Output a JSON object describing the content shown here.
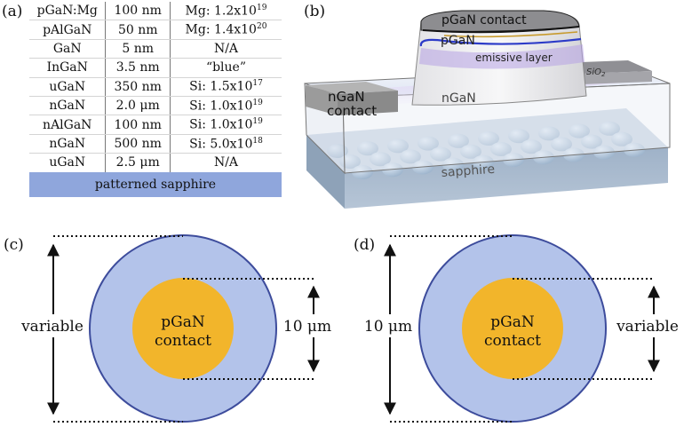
{
  "panel_a": {
    "label": "(a)",
    "layers": [
      {
        "material": "pGaN:Mg",
        "thickness": "100 nm",
        "doping": "Mg: 1.2x10",
        "exp": "19"
      },
      {
        "material": "pAlGaN",
        "thickness": "50 nm",
        "doping": "Mg: 1.4x10",
        "exp": "20"
      },
      {
        "material": "GaN",
        "thickness": "5 nm",
        "doping": "N/A",
        "exp": ""
      },
      {
        "material": "InGaN",
        "thickness": "3.5 nm",
        "doping": "“blue”",
        "exp": ""
      },
      {
        "material": "uGaN",
        "thickness": "350 nm",
        "doping": "Si: 1.5x10",
        "exp": "17"
      },
      {
        "material": "nGaN",
        "thickness": "2.0 μm",
        "doping": "Si: 1.0x10",
        "exp": "19"
      },
      {
        "material": "nAlGaN",
        "thickness": "100 nm",
        "doping": "Si: 1.0x10",
        "exp": "19"
      },
      {
        "material": "nGaN",
        "thickness": "500 nm",
        "doping": "Si: 5.0x10",
        "exp": "18"
      },
      {
        "material": "uGaN",
        "thickness": "2.5 μm",
        "doping": "N/A",
        "exp": ""
      }
    ],
    "substrate": "patterned sapphire"
  },
  "panel_b": {
    "label": "(b)",
    "pgan_contact": "pGaN contact",
    "pgan": "pGaN",
    "emissive_layer": "emissive layer",
    "sio2": "SiO",
    "sio2_sub": "2",
    "ngan_contact_line1": "nGaN",
    "ngan_contact_line2": "contact",
    "ngan": "nGaN",
    "sapphire": "sapphire"
  },
  "panel_c": {
    "label": "(c)",
    "outer_dimension": "variable",
    "inner_dimension": "10 μm",
    "contact_line1": "pGaN",
    "contact_line2": "contact"
  },
  "panel_d": {
    "label": "(d)",
    "outer_dimension": "10 μm",
    "inner_dimension": "variable",
    "contact_line1": "pGaN",
    "contact_line2": "contact"
  },
  "colors": {
    "substrate_blue": "#8fa6dc",
    "mesa_fill": "#b3c3ea",
    "mesa_stroke": "#3d4c9c",
    "contact_orange": "#f2b52b"
  }
}
